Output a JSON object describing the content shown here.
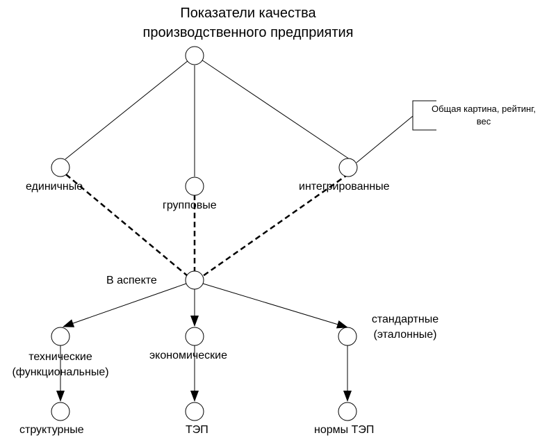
{
  "title": {
    "line1": "Показатели качества",
    "line2": "производственного предприятия"
  },
  "note": {
    "line1": "Общая картина, рейтинг,",
    "line2": "вес"
  },
  "nodes": {
    "single": "единичные",
    "group": "групповые",
    "integrated": "интегрированные",
    "aspect": "В аспекте",
    "technical_line1": "технические",
    "technical_line2": "(функциональные)",
    "economic": "экономические",
    "standard_line1": "стандартные",
    "standard_line2": "(эталонные)",
    "structural": "структурные",
    "tep": "ТЭП",
    "norms": "нормы ТЭП"
  }
}
